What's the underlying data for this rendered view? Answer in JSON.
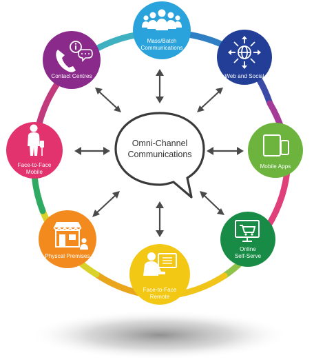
{
  "center": {
    "line1": "Omni-Channel",
    "line2": "Communications"
  },
  "nodes": {
    "mass_batch": {
      "line1": "Mass/Batch",
      "line2": "Communications",
      "color": "#2aa3dc",
      "icon": "people-group-icon"
    },
    "web_social": {
      "line1": "Web and Social",
      "line2": "",
      "color": "#233e96",
      "icon": "globe-network-icon"
    },
    "mobile_apps": {
      "line1": "Mobile Apps",
      "line2": "",
      "color": "#6db43f",
      "icon": "tablet-phone-icon"
    },
    "online_self_serve": {
      "line1": "Online",
      "line2": "Self-Serve",
      "color": "#188c46",
      "icon": "monitor-cart-icon"
    },
    "face_remote": {
      "line1": "Face-to-Face",
      "line2": "Remote",
      "color": "#f2c814",
      "icon": "video-call-icon"
    },
    "physical_premises": {
      "line1": "Physcal Premises",
      "line2": "",
      "color": "#f28a1e",
      "icon": "storefront-icon"
    },
    "face_mobile": {
      "line1": "Face-to-Face",
      "line2": "Mobile",
      "color": "#e2336f",
      "icon": "businessman-icon"
    },
    "contact_centres": {
      "line1": "Contact Centres",
      "line2": "",
      "color": "#8a2a8a",
      "icon": "phone-chat-icon"
    }
  }
}
